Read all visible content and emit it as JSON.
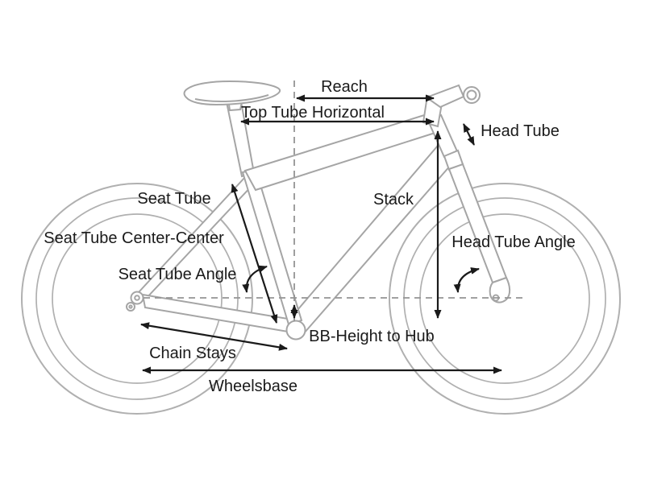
{
  "diagram": {
    "labels": {
      "reach": "Reach",
      "top_tube_horizontal": "Top Tube Horizontal",
      "head_tube": "Head Tube",
      "seat_tube": "Seat Tube",
      "seat_tube_center_center": "Seat Tube Center-Center",
      "seat_tube_angle": "Seat Tube Angle",
      "stack": "Stack",
      "head_tube_angle": "Head Tube Angle",
      "bb_height_to_hub": "BB-Height to Hub",
      "chain_stays": "Chain Stays",
      "wheelsbase": "Wheelsbase"
    },
    "colors": {
      "background": "#ffffff",
      "bike_outline": "#a5a5a5",
      "wheel_outline": "#b0b0b0",
      "dashed_guide": "#949494",
      "annotation": "#1a1a1a"
    }
  }
}
